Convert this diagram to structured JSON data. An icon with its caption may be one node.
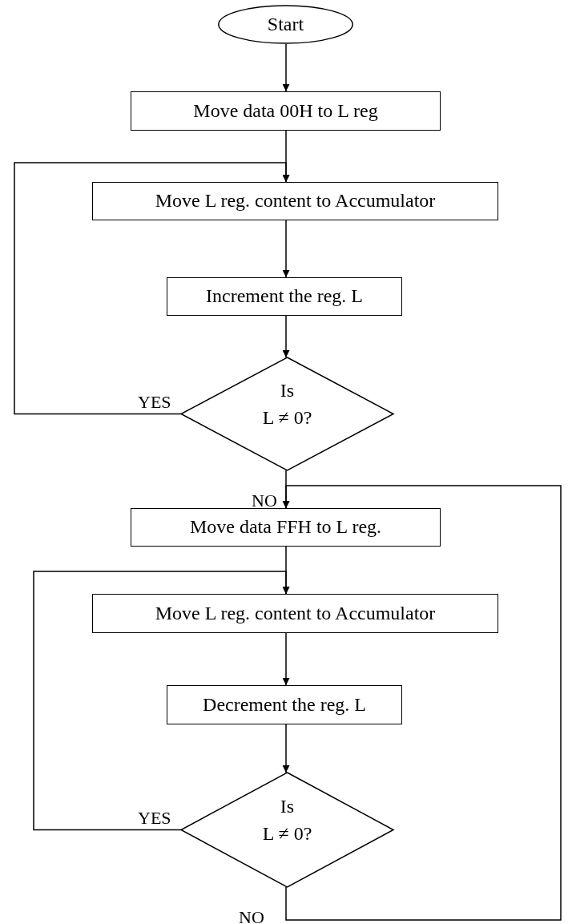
{
  "diagram": {
    "nodes": [
      {
        "text": [
          "Start"
        ]
      },
      {
        "text": [
          "Move data 00H to L reg"
        ]
      },
      {
        "text": [
          "Move L reg. content to Accumulator"
        ]
      },
      {
        "text": [
          "Increment the reg. L"
        ]
      },
      {
        "text": [
          "Is",
          "L ≠ 0?"
        ]
      },
      {
        "text": [
          "Move data FFH to L reg."
        ]
      },
      {
        "text": [
          "Move L reg. content to Accumulator"
        ]
      },
      {
        "text": [
          "Decrement the reg. L"
        ]
      },
      {
        "text": [
          "Is",
          "L ≠ 0?"
        ]
      }
    ],
    "edges": [
      {
        "from": 0,
        "to": 1,
        "arrow": "to"
      },
      {
        "from": 1,
        "to": 2,
        "arrow": "to"
      },
      {
        "from": 2,
        "to": 3,
        "arrow": "to"
      },
      {
        "from": 3,
        "to": 4,
        "arrow": "to"
      },
      {
        "from": 4,
        "to": 2,
        "arrow": "to",
        "label": "YES"
      },
      {
        "from": 4,
        "to": 5,
        "arrow": "to",
        "label": "NO"
      },
      {
        "from": 5,
        "to": 6,
        "arrow": "to"
      },
      {
        "from": 6,
        "to": 7,
        "arrow": "to"
      },
      {
        "from": 7,
        "to": 8,
        "arrow": "to"
      },
      {
        "from": 8,
        "to": 6,
        "arrow": "to",
        "label": "YES"
      },
      {
        "from": 8,
        "to": 5,
        "arrow": "to",
        "label": "NO"
      }
    ]
  }
}
